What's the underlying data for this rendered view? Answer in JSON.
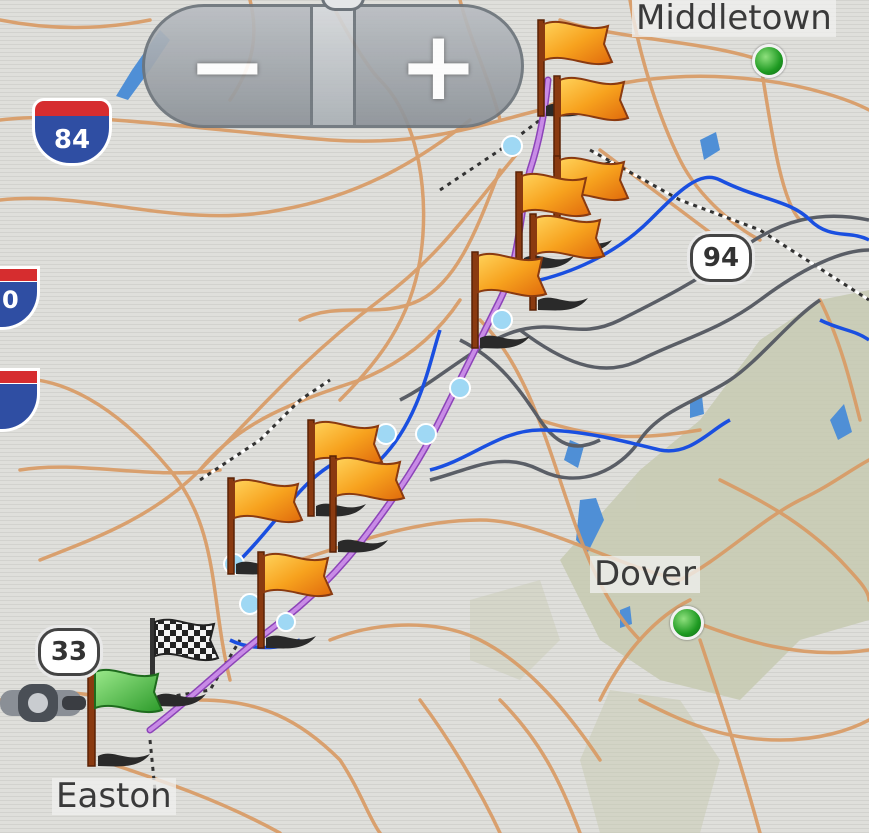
{
  "zoom": {
    "minus_label": "−",
    "plus_label": "+"
  },
  "cities": [
    {
      "name": "Middletown"
    },
    {
      "name": "Dover"
    },
    {
      "name": "Easton"
    }
  ],
  "shields": {
    "interstate_84": "84",
    "interstate_partial": "0",
    "state_94": "94",
    "state_33": "33"
  },
  "waypoints": {
    "orange_flag_count": 10,
    "start_flag": "green-flag-icon",
    "finish_flag": "checkered-flag-icon"
  },
  "colors": {
    "map_background": "#dcdcd8",
    "road": "#d99a63",
    "route_purple": "#b16ad6",
    "route_blue": "#1a4fe0",
    "route_gray": "#5a5e66",
    "flag_orange": "#f7a21e",
    "flag_green": "#4ec04a",
    "city_dot": "#1e9a22",
    "park": "#c9cbb4"
  },
  "icons": [
    "zoom-out-icon",
    "zoom-in-icon",
    "orange-flag-icon",
    "checkered-flag-icon",
    "green-flag-icon",
    "motorcycle-icon",
    "city-dot-icon"
  ]
}
